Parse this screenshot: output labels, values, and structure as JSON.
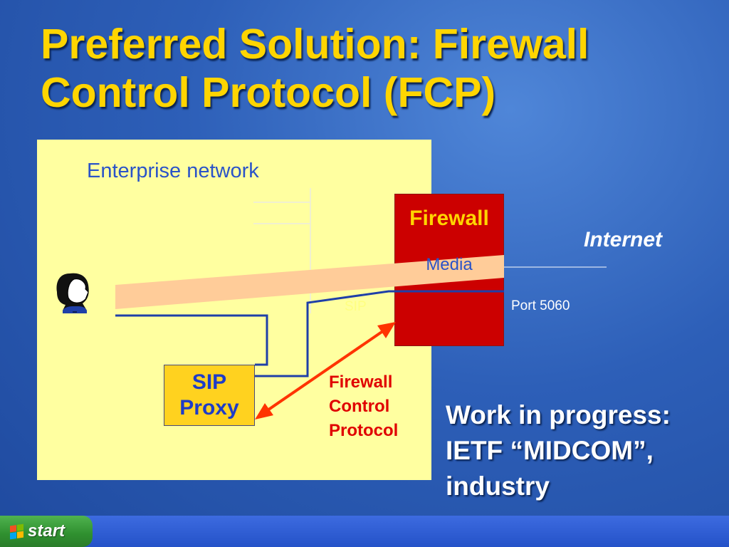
{
  "slide": {
    "title_line1": "Preferred Solution: Firewall",
    "title_line2": "Control Protocol (FCP)"
  },
  "diagram": {
    "enterprise_label": "Enterprise network",
    "firewall_label": "Firewall",
    "media_label": "Media",
    "internet_label": "Internet",
    "sip_label": "SIP",
    "port_label": "Port 5060",
    "sip_proxy_line1": "SIP",
    "sip_proxy_line2": "Proxy",
    "fcp_line1": "Firewall",
    "fcp_line2": "Control",
    "fcp_line3": "Protocol"
  },
  "notes": {
    "line1": "Work in progress:",
    "line2": "IETF “MIDCOM”,",
    "line3": "industry"
  },
  "taskbar": {
    "start_label": "start"
  },
  "colors": {
    "title": "#ffd500",
    "enterprise_fill": "#ffffa0",
    "firewall_fill": "#cc0000",
    "media_band": "#ffcc99",
    "sip_line": "#1f3fa8",
    "fcp_arrow": "#ff3300"
  }
}
